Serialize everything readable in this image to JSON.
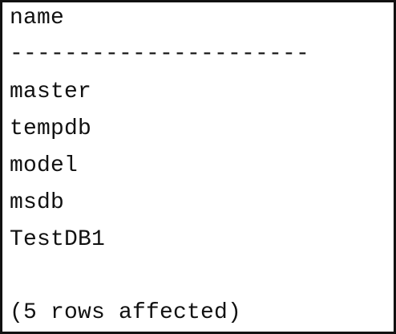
{
  "result": {
    "column_header": "name",
    "separator": "----------------------",
    "rows": [
      "master",
      "tempdb",
      "model",
      "msdb",
      "TestDB1"
    ],
    "footer": "(5 rows affected)"
  }
}
